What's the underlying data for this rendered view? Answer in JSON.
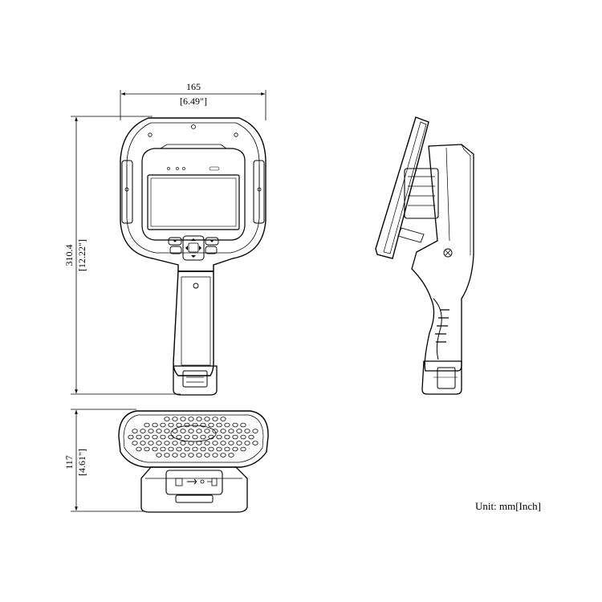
{
  "dimensions": {
    "width": {
      "mm": "165",
      "inch": "[6.49\"]"
    },
    "height": {
      "mm": "310.4",
      "inch": "[12.22\"]"
    },
    "depth": {
      "mm": "117",
      "inch": "[4.61\"]"
    }
  },
  "unit_note": "Unit: mm[Inch]"
}
